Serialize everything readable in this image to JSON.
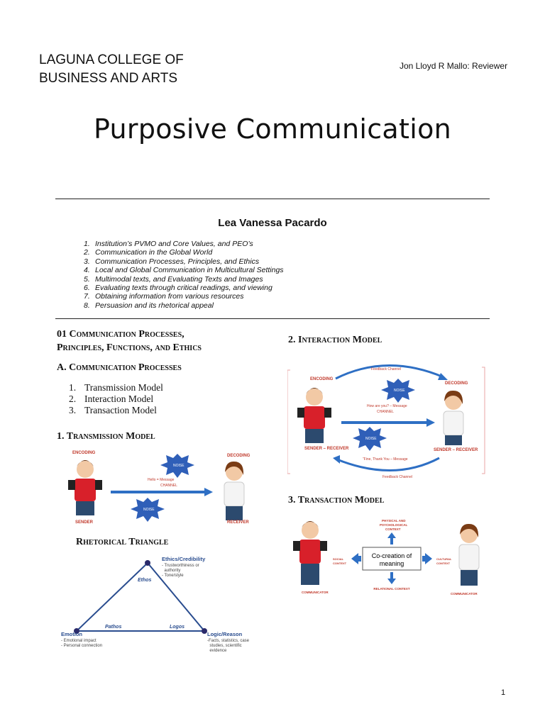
{
  "header": {
    "school_line1": "LAGUNA COLLEGE OF",
    "school_line2": "BUSINESS AND ARTS",
    "author": "Jon Lloyd R Mallo: Reviewer"
  },
  "title": "Purposive Communication",
  "presenter": "Lea Vanessa Pacardo",
  "toc": [
    {
      "n": "1.",
      "text": "Institution’s PVMO and Core Values, and PEO’s"
    },
    {
      "n": "2.",
      "text": "Communication in the Global World"
    },
    {
      "n": "3.",
      "text": "Communication Processes, Principles, and Ethics"
    },
    {
      "n": "4.",
      "text": "Local and Global Communication in Multicultural Settings"
    },
    {
      "n": "5.",
      "text": "Multimodal texts, and Evaluating Texts and Images"
    },
    {
      "n": "6.",
      "text": "Evaluating texts through critical readings, and viewing"
    },
    {
      "n": "7.",
      "text": "Obtaining information from various resources"
    },
    {
      "n": "8.",
      "text": "Persuasion and its rhetorical appeal"
    }
  ],
  "section": {
    "heading_line1": "01   Communication Processes,",
    "heading_line2": "Principles, Functions, and Ethics",
    "sub_a": "A.  Communication Processes",
    "models": [
      {
        "n": "1.",
        "text": "Transmission Model"
      },
      {
        "n": "2.",
        "text": "Interaction Model"
      },
      {
        "n": "3.",
        "text": "Transaction Model"
      }
    ],
    "h_transmission": "1.  Transmission Model",
    "h_interaction": "2.  Interaction Model",
    "h_transaction": "3.  Transaction Model",
    "h_rhetorical": "Rhetorical Triangle"
  },
  "transmission": {
    "encoding": "ENCODING",
    "decoding": "DECODING",
    "noise1": "NOISE",
    "noise2": "NOISE",
    "message": "Hello = Message",
    "channel": "CHANNEL",
    "sender": "SENDER",
    "receiver": "RECEIVER"
  },
  "interaction": {
    "feedback_top": "Feedback Channel",
    "encoding": "ENCODING",
    "decoding": "DECODING",
    "noise1": "NOISE",
    "noise2": "NOISE",
    "message": "How are you? – Message",
    "channel": "CHANNEL",
    "sr_left": "SENDER – RECEIVER",
    "sr_right": "SENDER – RECEIVER",
    "reply": "“Fine, Thank You – Message",
    "feedback_bottom": "Feedback Channel"
  },
  "transaction": {
    "top_context1": "PHYSICAL AND",
    "top_context2": "PSYCHOLOGICAL",
    "top_context3": "CONTEXT",
    "center1": "Co-creation of",
    "center2": "meaning",
    "left_context1": "SOCIAL",
    "left_context2": "CONTEXT",
    "right_context1": "CULTURAL",
    "right_context2": "CONTEXT",
    "bottom_context": "RELATIONAL CONTEXT",
    "comm_left": "COMMUNICATOR",
    "comm_right": "COMMUNICATOR"
  },
  "rhetorical": {
    "ethos_title": "Ethics/Credibility",
    "ethos_items": [
      "- Trustworthiness or",
      "  authority",
      "- Tone/style"
    ],
    "ethos": "Ethos",
    "pathos": "Pathos",
    "logos": "Logos",
    "emotion_title": "Emotion",
    "emotion_items": [
      "- Emotional impact",
      "- Personal connection"
    ],
    "logic_title": "Logic/Reason",
    "logic_items": [
      "-Facts, statistics, case",
      "  studies, scientific",
      "  evidence"
    ]
  },
  "page_number": "1",
  "colors": {
    "arrow": "#2e6fc4",
    "label_red": "#c0392b",
    "noise": "#2f5fb8",
    "shirt": "#d8202a",
    "triangle": "#2a4d8f"
  }
}
